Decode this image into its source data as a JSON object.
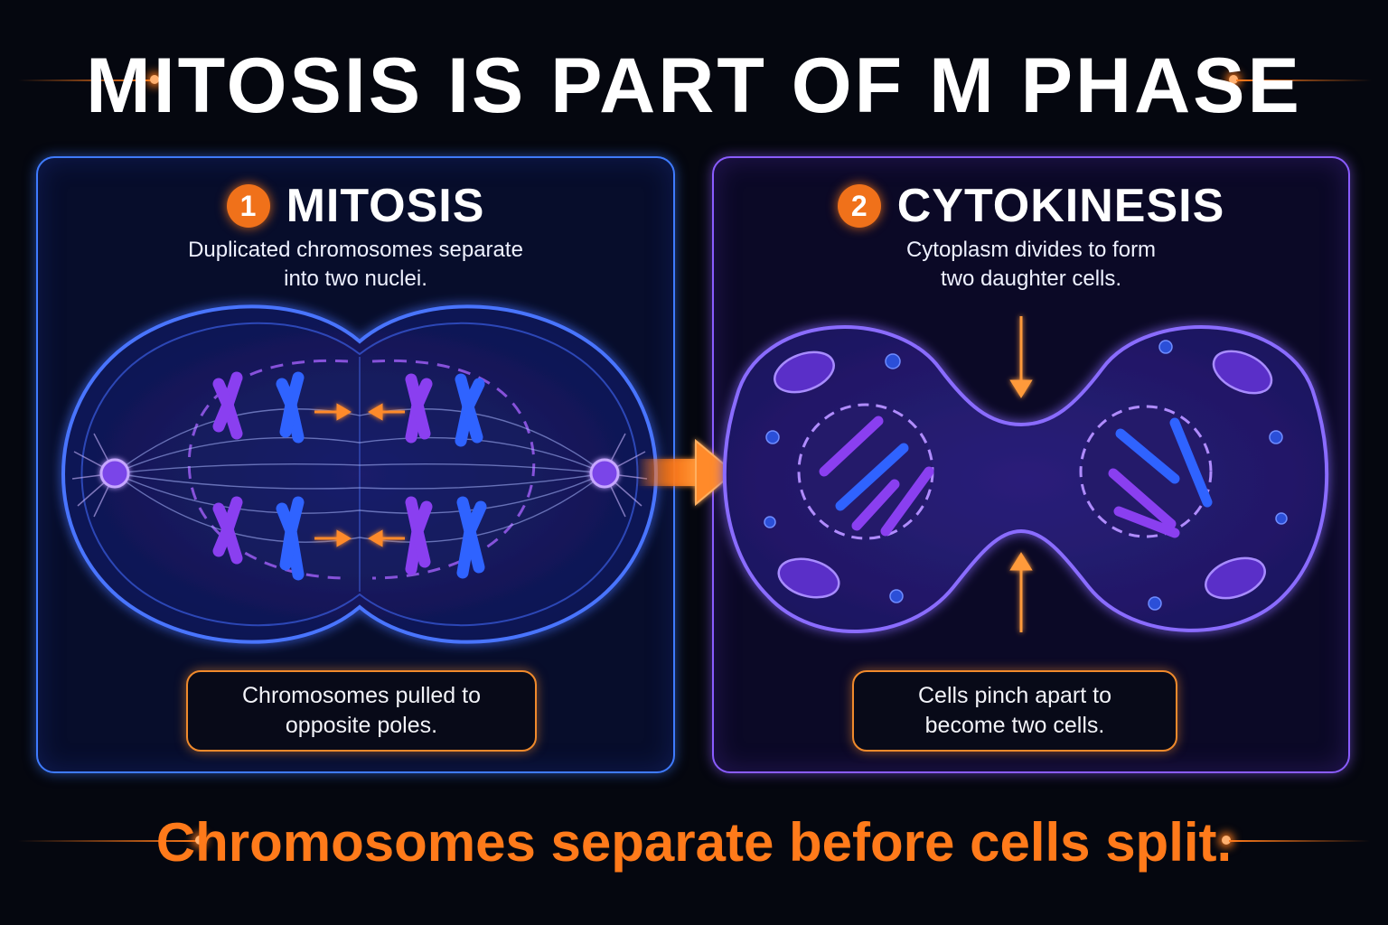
{
  "title": "MITOSIS IS PART OF M PHASE",
  "panels": [
    {
      "step": "1",
      "heading": "MITOSIS",
      "description": "Duplicated chromosomes separate\ninto two nuclei.",
      "callout": "Chromosomes pulled to\nopposite poles."
    },
    {
      "step": "2",
      "heading": "CYTOKINESIS",
      "description": "Cytoplasm divides to form\ntwo daughter cells.",
      "callout": "Cells pinch apart to\nbecome two cells."
    }
  ],
  "footer": "Chromosomes separate before cells split.",
  "colors": {
    "accent": "#ff7a1a",
    "mitosis_border": "#3f7bff",
    "cytokinesis_border": "#8a5cff",
    "chromosome_purple": "#8a3ff0",
    "chromosome_blue": "#2f63ff"
  }
}
